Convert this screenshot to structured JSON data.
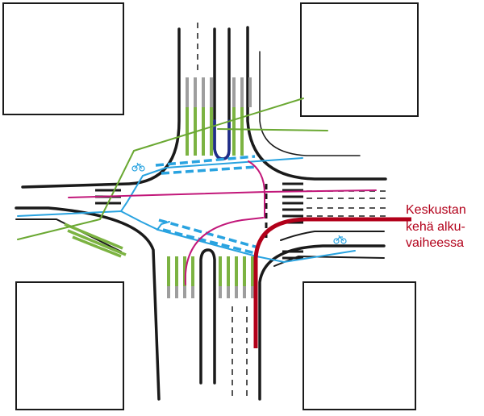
{
  "annotation": {
    "lines": [
      "Keskustan",
      "kehä alku-",
      "vaiheessa"
    ]
  },
  "icons": {
    "bicycle_markers": [
      "bicycle-icon",
      "bicycle-icon"
    ]
  },
  "colors": {
    "road": "#1a1a1a",
    "crosswalk_green": "#7cb342",
    "crosswalk_gray": "#9e9e9e",
    "bike_route_blue": "#29a3e0",
    "green_route": "#6aa832",
    "magenta_route": "#c2187a",
    "navy_median": "#1f2d8a",
    "city_ring_red": "#b2001a"
  }
}
